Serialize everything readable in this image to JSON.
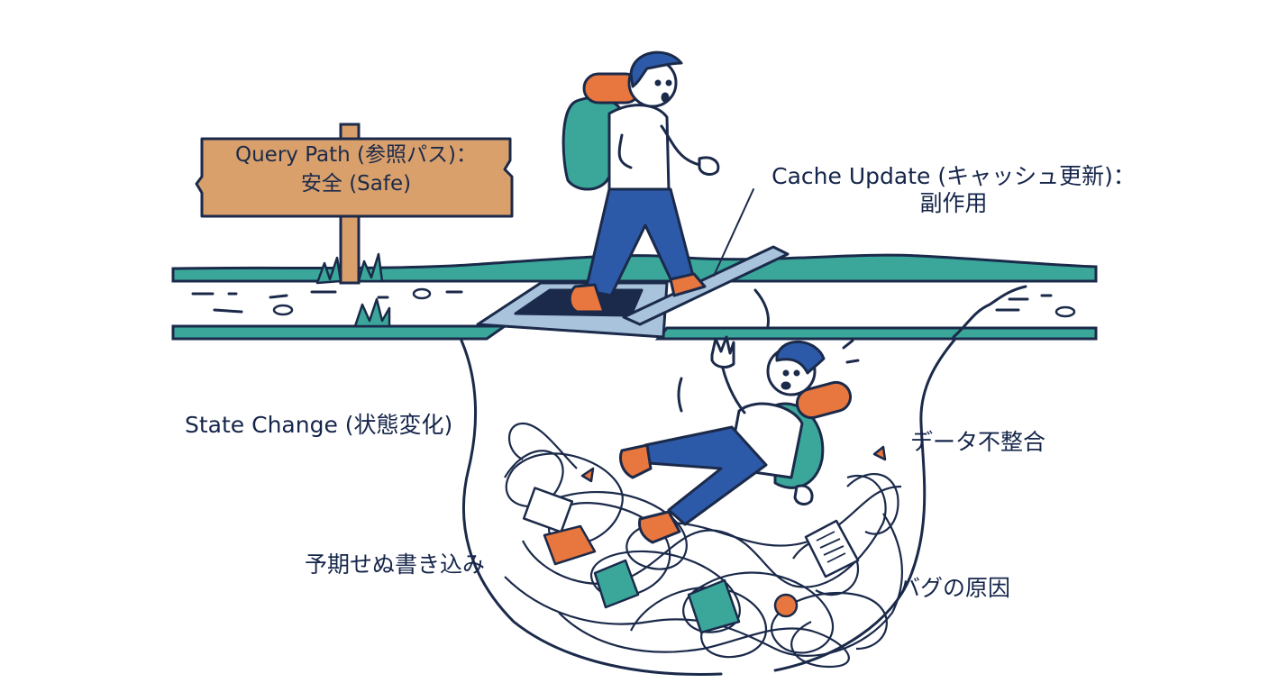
{
  "sign": {
    "line1": "Query Path (参照パス)：",
    "line2": "安全 (Safe)"
  },
  "labels": {
    "cache_update_line1": "Cache Update (キャッシュ更新)：",
    "cache_update_line2": "副作用",
    "state_change": "State Change (状態変化)",
    "data_mismatch": "データ不整合",
    "unexpected_write": "予期せぬ書き込み",
    "bug_cause": "バグの原因"
  },
  "colors": {
    "ink": "#1b2a4a",
    "ground_teal": "#3aa79a",
    "sign_wood": "#d9a06c",
    "backpack_teal": "#3aa79a",
    "bedroll_orange": "#e8763f",
    "pants_blue": "#2c5aa8",
    "trapdoor_blue": "#a9c3dc"
  }
}
